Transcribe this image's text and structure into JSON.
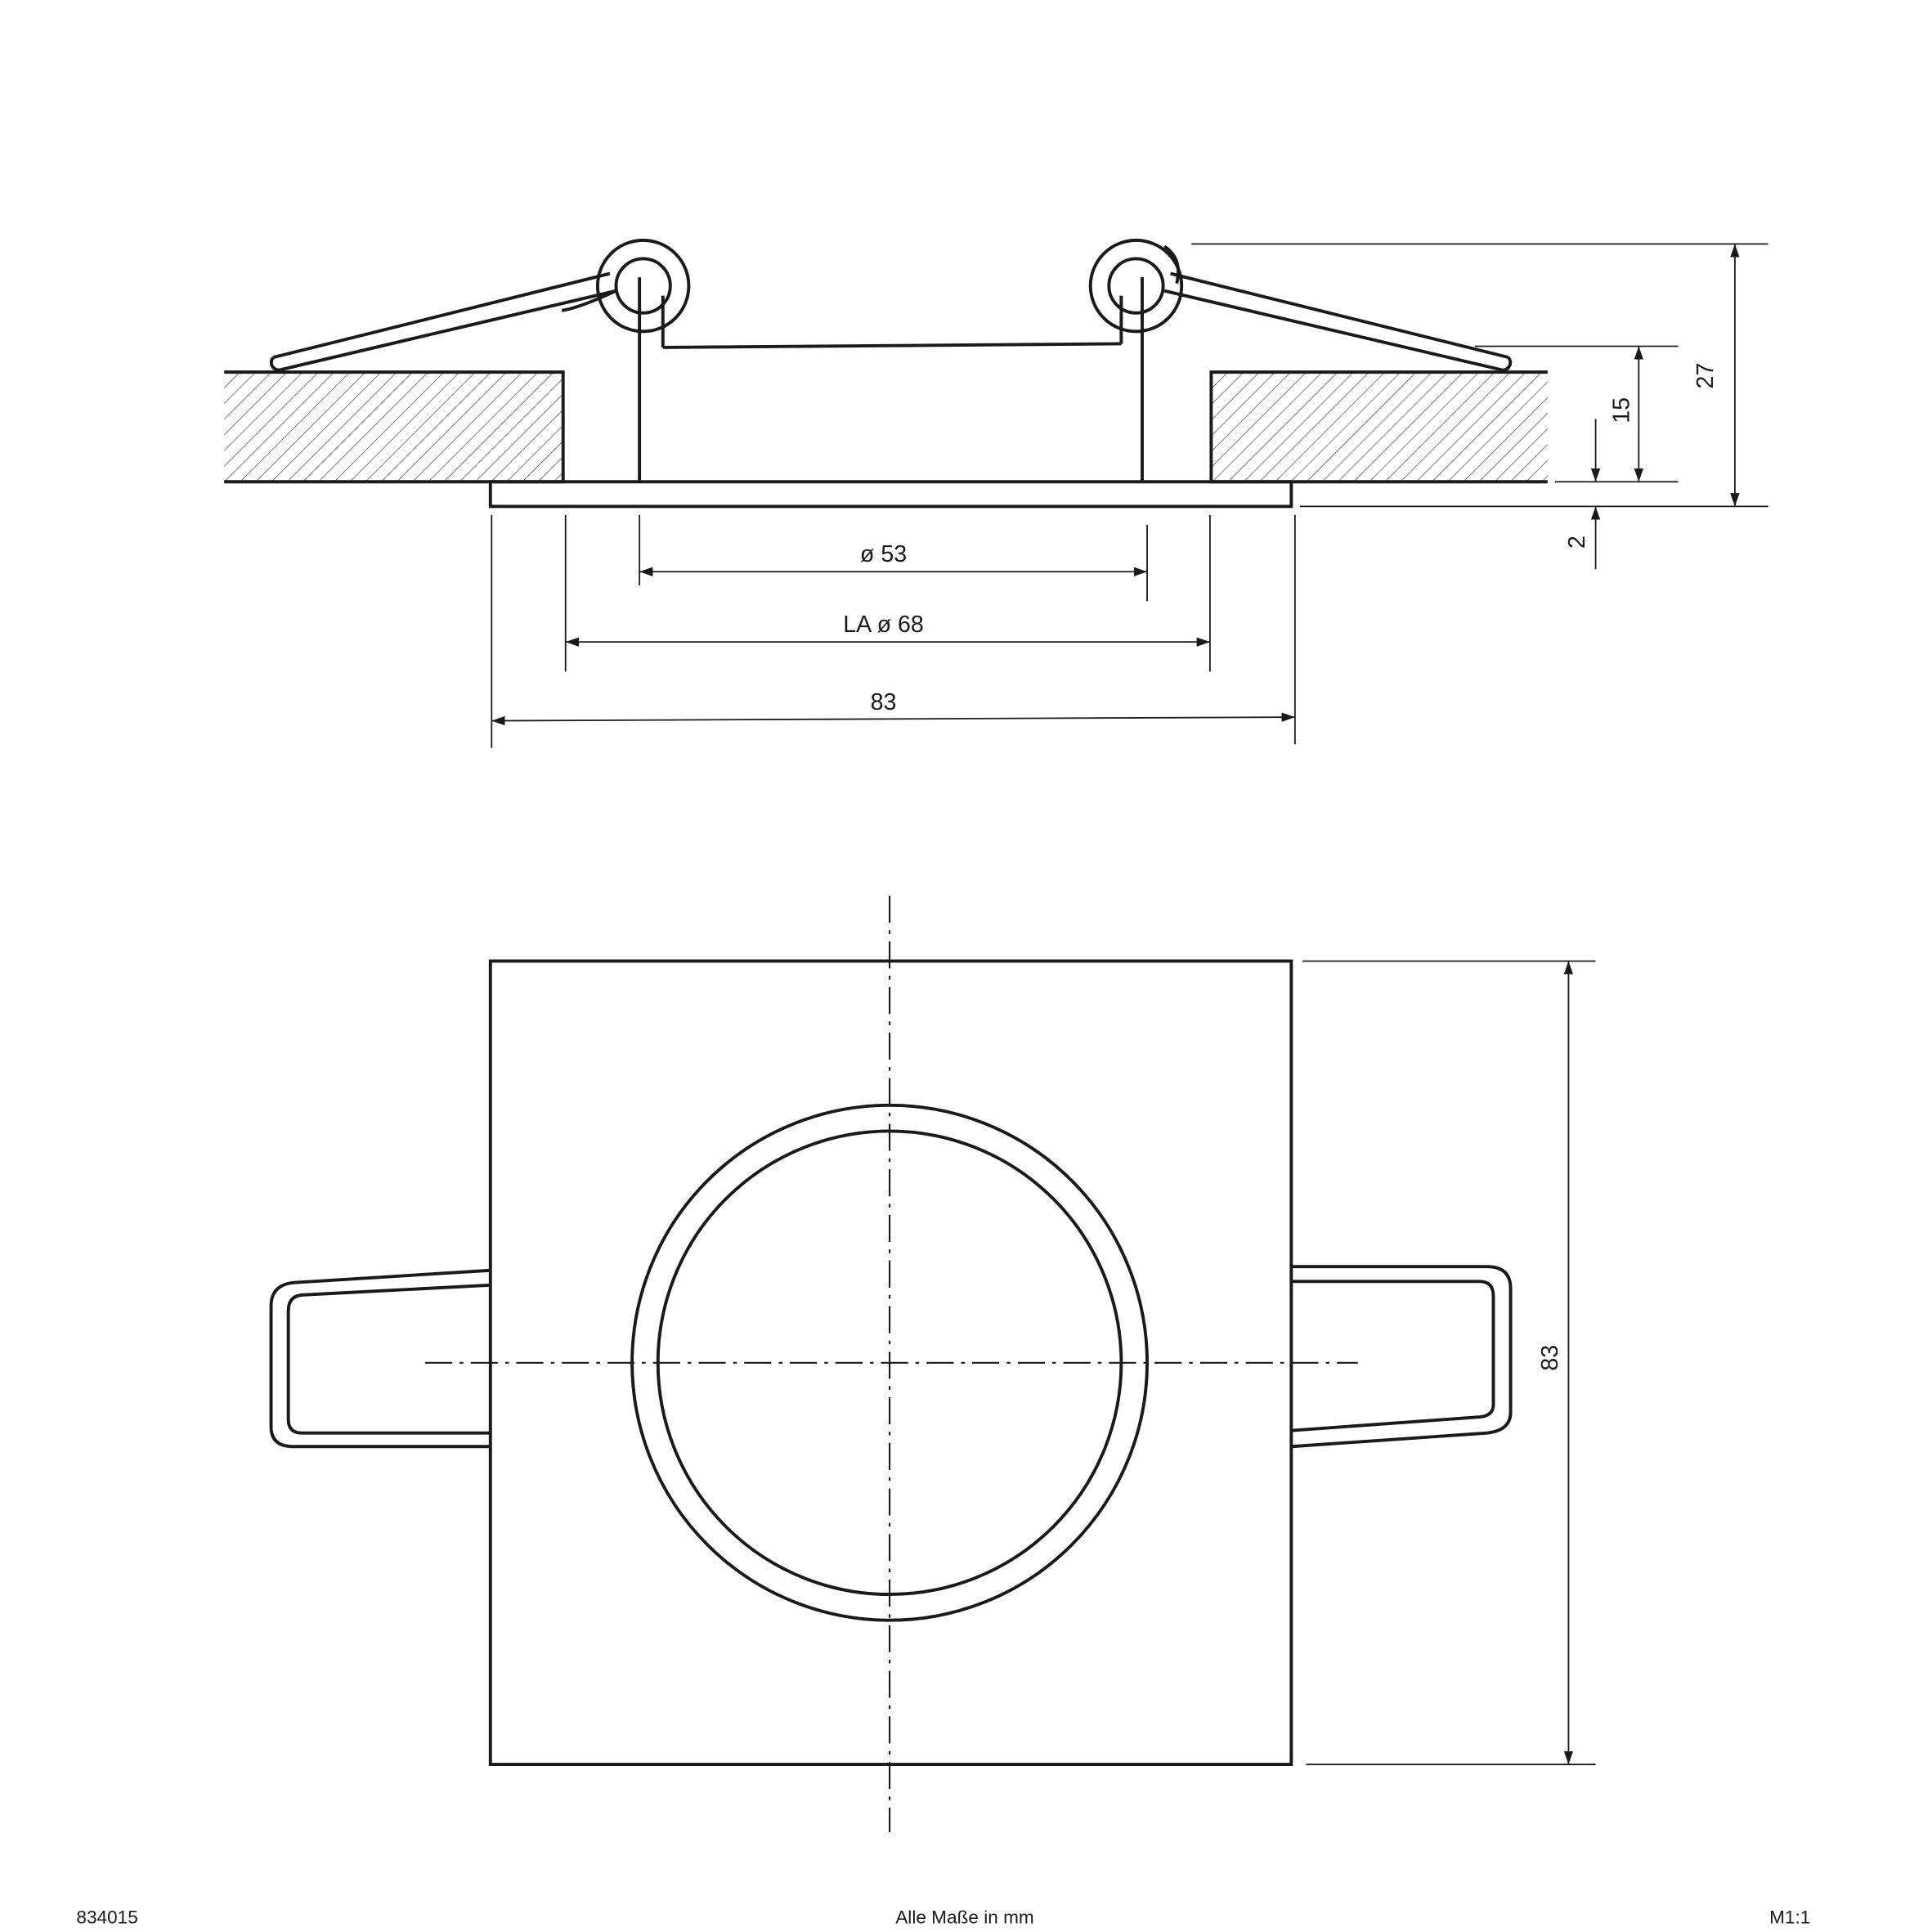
{
  "side_view": {
    "dim_cutout_inner": "ø 53",
    "dim_cutout": "LA ø 68",
    "dim_width": "83",
    "dim_total_height": "27",
    "dim_install_depth": "15",
    "dim_bezel": "2"
  },
  "top_view": {
    "dim_height": "83"
  },
  "footer": {
    "article_number": "834015",
    "units_note": "Alle Maße in mm",
    "scale": "M1:1"
  }
}
